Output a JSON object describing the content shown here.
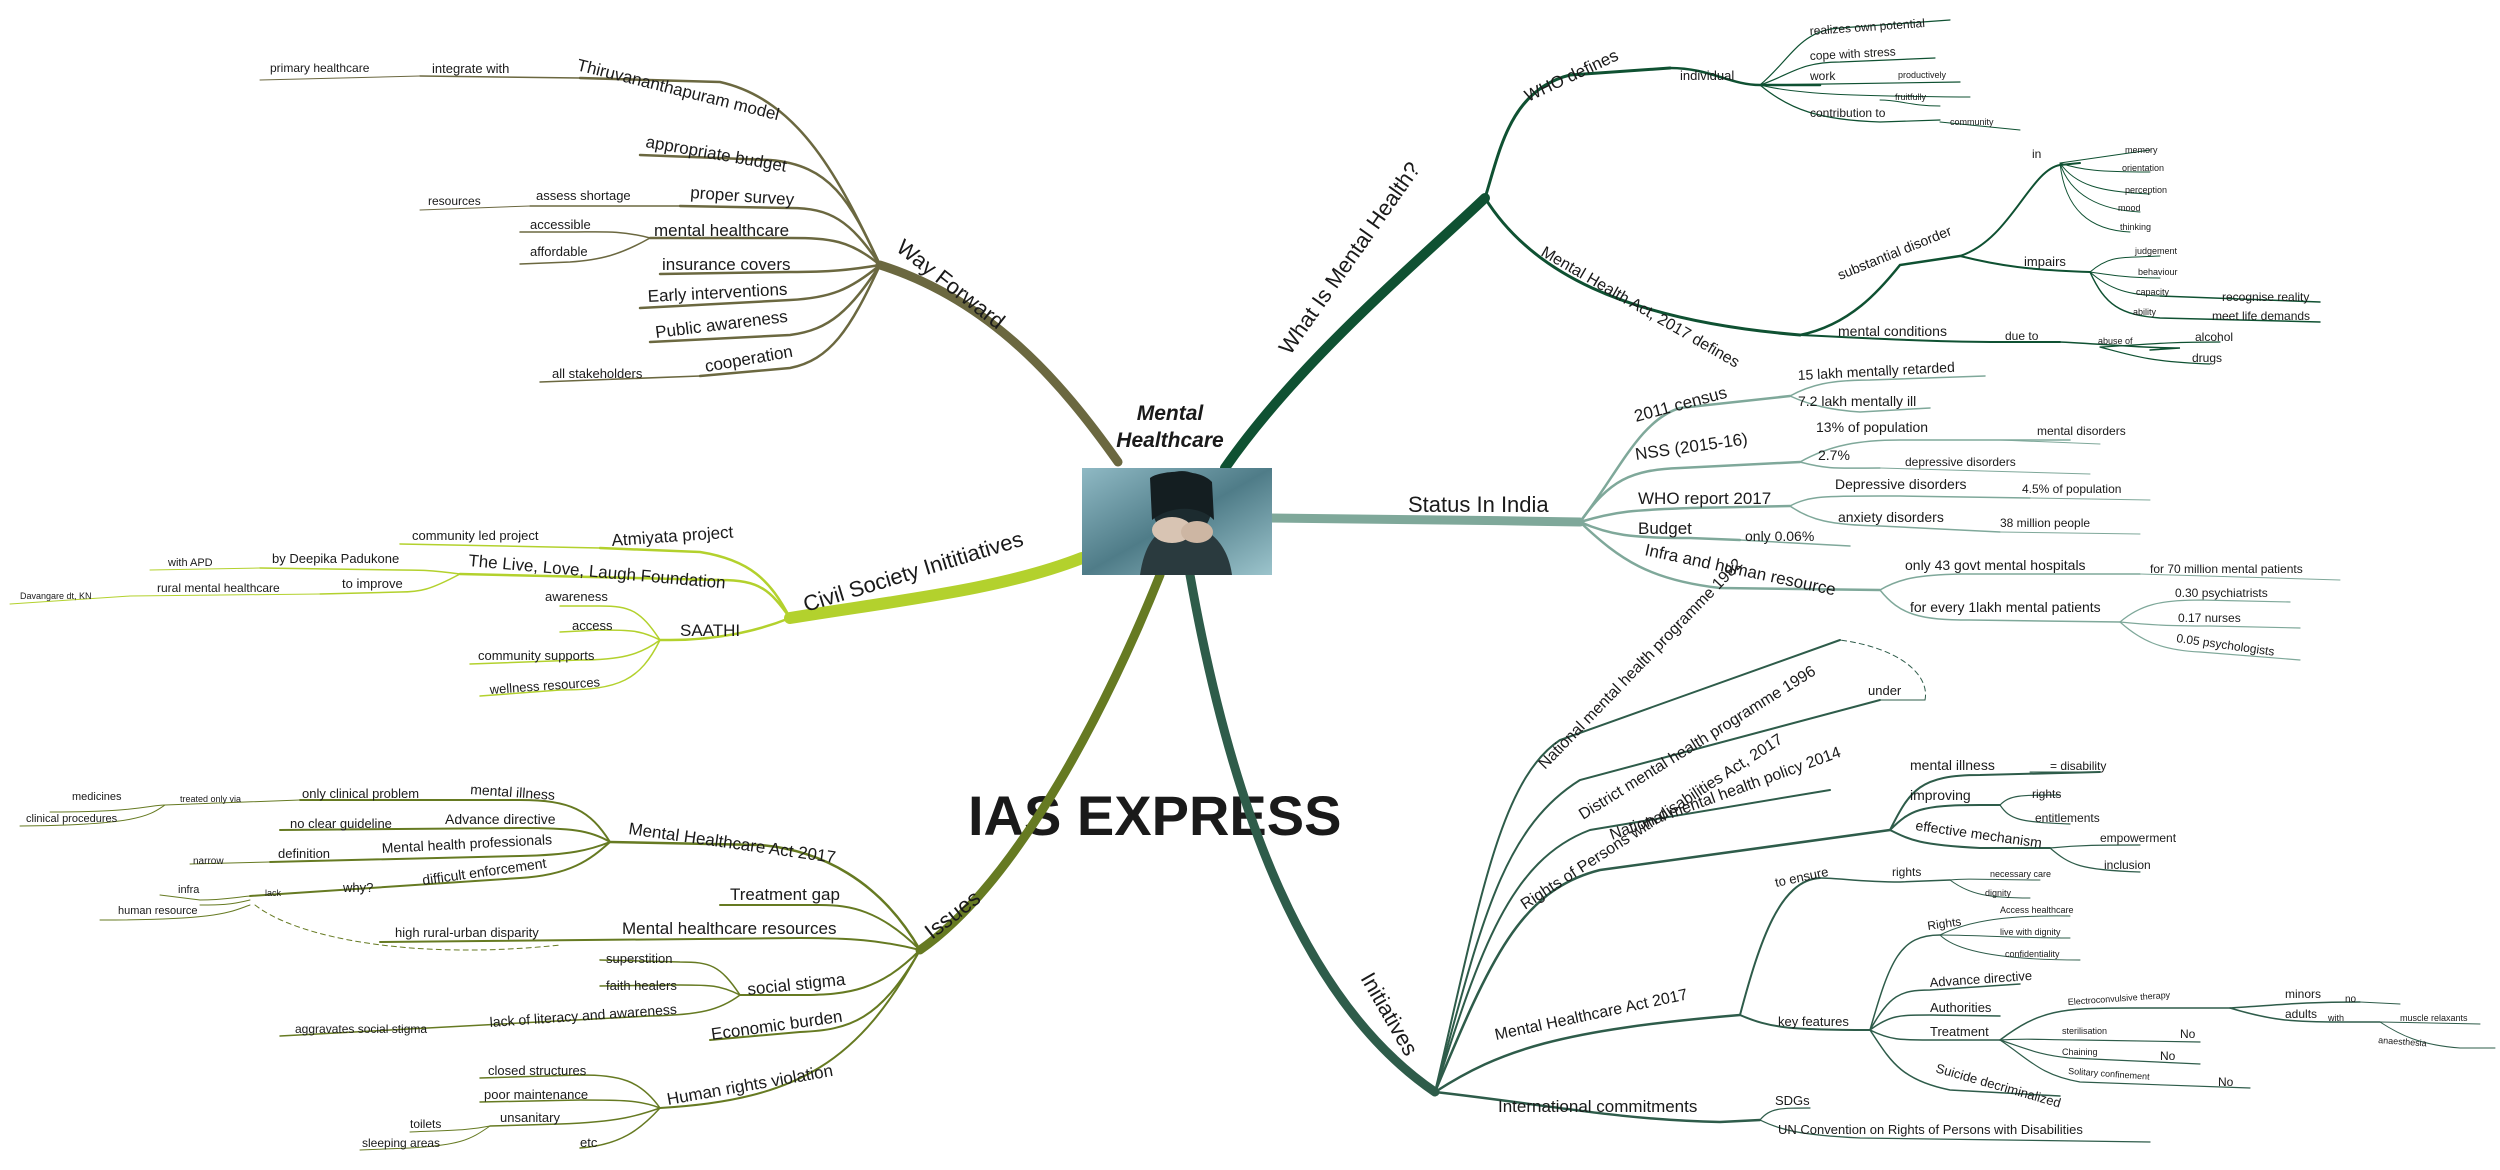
{
  "center": {
    "title_line1": "Mental",
    "title_line2": "Healthcare",
    "watermark": "IAS EXPRESS",
    "image_icon": "distressed-person-photo"
  },
  "colors": {
    "what": "#0f5132",
    "status": "#7fa89a",
    "initiatives": "#2e5c4a",
    "issues": "#667a22",
    "civil": "#b3d12d",
    "way": "#6b6840"
  },
  "branches": {
    "what": {
      "label": "What Is Mental Health?",
      "who_defines": "WHO defines",
      "individual": "individual",
      "realizes": "realizes own potential",
      "cope": "cope with stress",
      "work": "work",
      "productively": "productively",
      "fruitfully": "fruitfully",
      "contribution": "contribution to",
      "community": "community",
      "act_defines": "Mental Health Act, 2017 defines",
      "substantial": "substantial disorder",
      "in": "in",
      "memory": "memory",
      "orientation": "orientation",
      "perception": "perception",
      "mood": "mood",
      "thinking": "thinking",
      "impairs": "impairs",
      "judgement": "judgement",
      "behaviour": "behaviour",
      "capacity": "capacity",
      "ability": "ability",
      "recognise": "recognise reality",
      "meet_life": "meet life demands",
      "mental_conditions": "mental conditions",
      "due_to": "due to",
      "abuse_of": "abuse of",
      "alcohol": "alcohol",
      "drugs": "drugs"
    },
    "status": {
      "label": "Status In India",
      "census": "2011 census",
      "retarded": "15 lakh mentally retarded",
      "ill": "7.2 lakh mentally ill",
      "nss": "NSS (2015-16)",
      "pop13": "13% of population",
      "mental_disorders": "mental disorders",
      "p27": "2.7%",
      "depressive": "depressive disorders",
      "who_report": "WHO report 2017",
      "dep_disorders": "Depressive disorders",
      "pop45": "4.5% of population",
      "anxiety": "anxiety disorders",
      "million38": "38 million people",
      "budget": "Budget",
      "only006": "only 0.06%",
      "infra": "Infra and human resource",
      "hospitals": "only 43 govt mental hospitals",
      "patients70": "for 70 million mental patients",
      "every1lakh": "for every 1lakh mental patients",
      "psychiatrists": "0.30 psychiatrists",
      "nurses": "0.17 nurses",
      "psychologists": "0.05 psychologists"
    },
    "initiatives": {
      "label": "Initiatives",
      "nmhp": "National mental health programme 1982",
      "dmhp": "District mental health programme 1996",
      "under": "under",
      "nmhpolicy": "National mental health policy 2014",
      "rpwd": "Rights of Persons with disabilities Act, 2017",
      "mental_illness": "mental illness",
      "eq_disability": "= disability",
      "improving": "improving",
      "rights": "rights",
      "entitlements": "entitlements",
      "effective": "effective mechanism",
      "empowerment": "empowerment",
      "inclusion": "inclusion",
      "mhca": "Mental Healthcare Act 2017",
      "to_ensure": "to ensure",
      "rights2": "rights",
      "necessary_care": "necessary care",
      "dignity": "dignity",
      "key_features": "key features",
      "rights_cap": "Rights",
      "access": "Access healthcare",
      "live_dignity": "live with dignity",
      "confidentiality": "confidentiality",
      "advance": "Advance directive",
      "authorities": "Authorities",
      "treatment": "Treatment",
      "ect": "Electroconvulsive therapy",
      "minors": "minors",
      "no1": "no",
      "adults": "adults",
      "with": "with",
      "muscle": "muscle relaxants",
      "anaesthesia": "anaesthesia",
      "sterilisation": "sterilisation",
      "no2": "No",
      "chaining": "Chaining",
      "no3": "No",
      "solitary": "Solitary confinement",
      "no4": "No",
      "suicide": "Suicide decriminalized",
      "international": "International commitments",
      "sdgs": "SDGs",
      "uncrpd": "UN Convention on Rights of Persons with Disabilities"
    },
    "issues": {
      "label": "Issues",
      "mhca": "Mental Healthcare Act 2017",
      "mental_illness": "mental illness",
      "only_clinical": "only clinical problem",
      "treated_via": "treated only via",
      "medicines": "medicines",
      "clinical_proc": "clinical procedures",
      "advance": "Advance directive",
      "no_guideline": "no clear guideline",
      "mh_prof": "Mental health professionals",
      "definition": "definition",
      "narrow": "narrow",
      "difficult": "difficult enforcement",
      "why": "why?",
      "lack": "lack",
      "infra": "infra",
      "human_res": "human resource",
      "treatment_gap": "Treatment gap",
      "resources": "Mental healthcare resources",
      "disparity": "high rural-urban disparity",
      "stigma": "social stigma",
      "superstition": "superstition",
      "faith": "faith healers",
      "literacy": "lack of literacy and awareness",
      "aggravates": "aggravates social stigma",
      "economic": "Economic burden",
      "hr_violation": "Human rights violation",
      "closed": "closed structures",
      "maintenance": "poor maintenance",
      "unsanitary": "unsanitary",
      "toilets": "toilets",
      "sleeping": "sleeping areas",
      "etc": "etc"
    },
    "civil": {
      "label": "Civil Society Inititiatives",
      "atmiyata": "Atmiyata project",
      "community_led": "community led project",
      "tllf": "The Live, Love, Laugh Foundation",
      "by_deepika": "by Deepika Padukone",
      "with_apd": "with APD",
      "to_improve": "to improve",
      "rural_mh": "rural mental healthcare",
      "davangare": "Davangare dt, KN",
      "saathi": "SAATHI",
      "awareness": "awareness",
      "access": "access",
      "community_supports": "community supports",
      "wellness": "wellness resources"
    },
    "way": {
      "label": "Way Forward",
      "tvm": "Thiruvananthapuram model",
      "integrate": "integrate with",
      "primary": "primary healthcare",
      "budget": "appropriate budget",
      "survey": "proper survey",
      "assess": "assess shortage",
      "resources": "resources",
      "mh": "mental healthcare",
      "accessible": "accessible",
      "affordable": "affordable",
      "insurance": "insurance covers",
      "early": "Early interventions",
      "public": "Public awareness",
      "cooperation": "cooperation",
      "stakeholders": "all stakeholders"
    }
  }
}
